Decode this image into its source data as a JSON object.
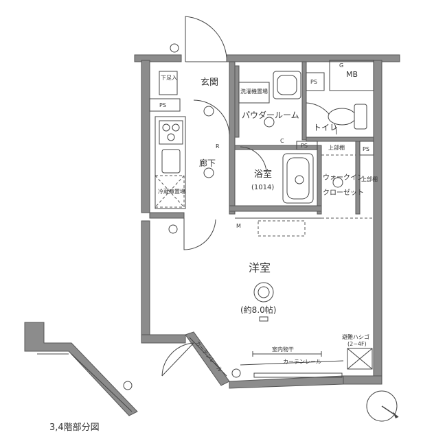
{
  "rooms": {
    "entrance": "玄関",
    "shoe_box": "下足入",
    "laundry": "洗濯機置場",
    "powder_room": "パウダールーム",
    "toilet": "トイレ",
    "corridor": "廊下",
    "bath": "浴室",
    "bath_size": "(1014)",
    "walk_in": "ウォークイン",
    "closet": "クローゼット",
    "western_room": "洋室",
    "western_size": "(約8.0帖)",
    "fridge": "冷蔵庫置場",
    "upper_shelf": "上部棚",
    "upper_shelf2": "上部棚",
    "indoor_dry": "室内物干",
    "curtain_rail_1": "カーテンレール",
    "curtain_rail_2": "カーテンレール",
    "evac_ladder": "避難ハシゴ",
    "evac_floors": "(2~4F)"
  },
  "tags": {
    "ps1": "PS",
    "ps2": "PS",
    "ps3": "PS",
    "ps4": "PS",
    "mb": "MB",
    "g": "G",
    "r": "R",
    "c": "C",
    "m": "M"
  },
  "caption": "3,4階部分図"
}
